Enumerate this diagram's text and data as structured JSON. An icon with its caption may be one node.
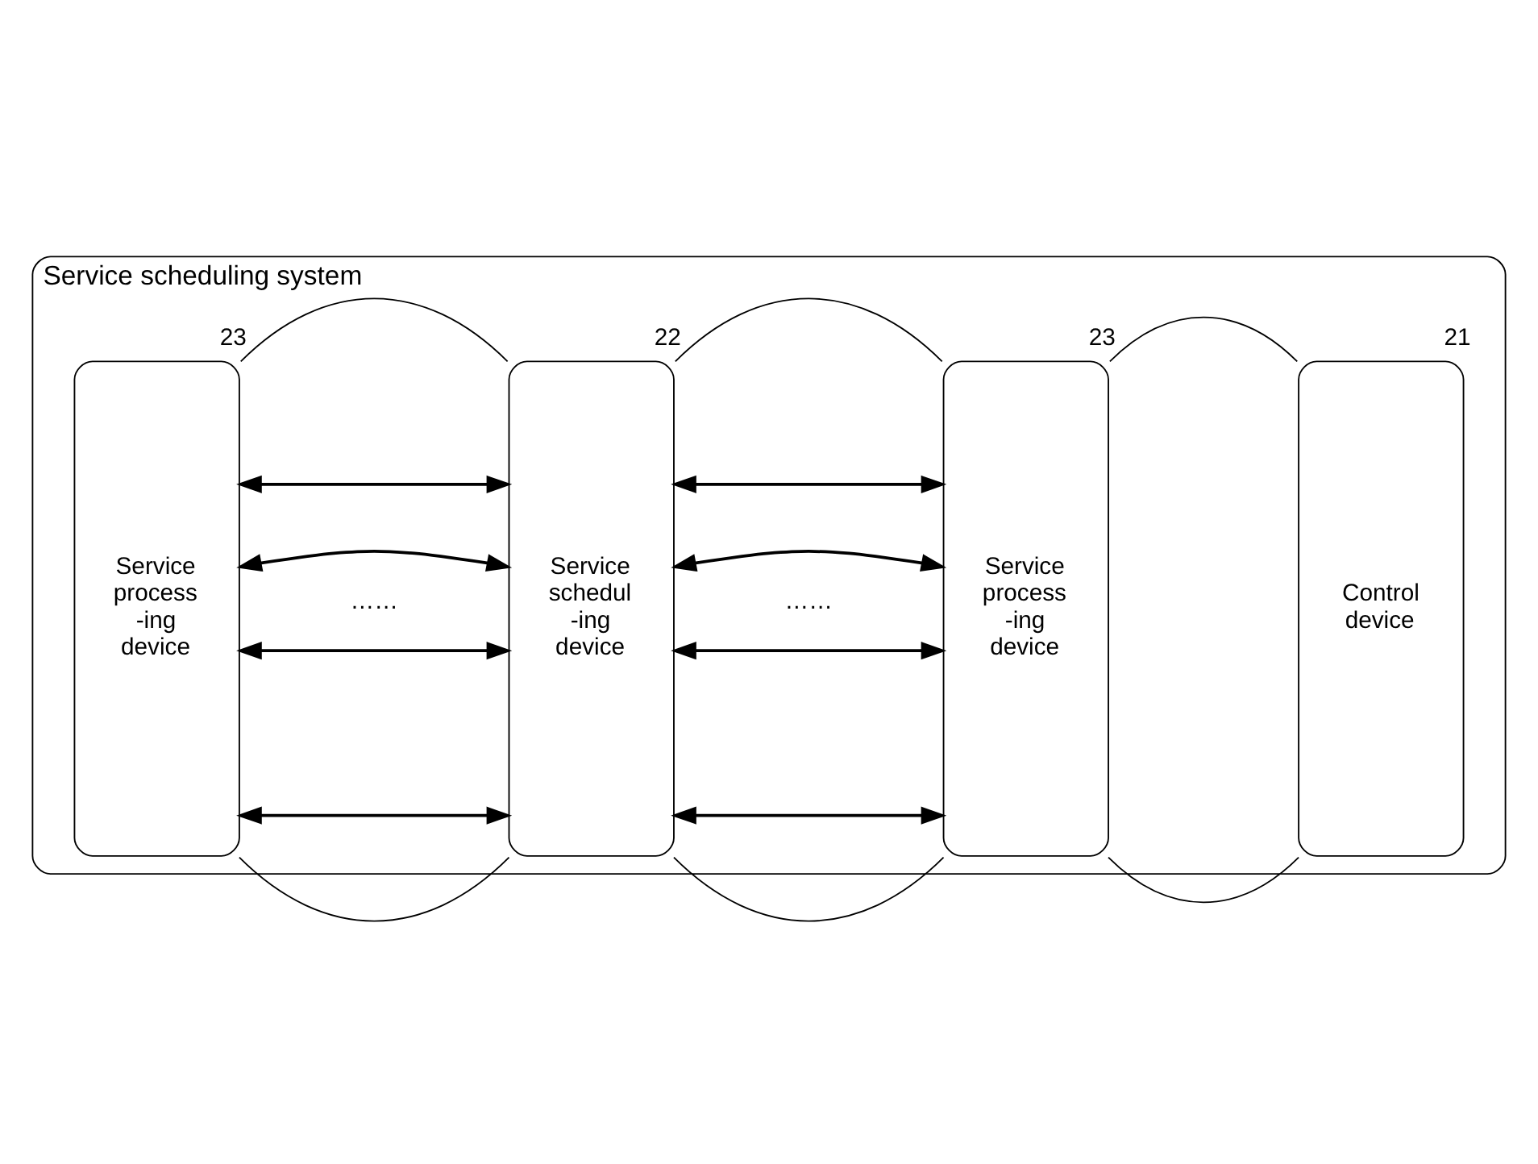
{
  "diagram": {
    "nodes": [
      {
        "text": [
          "Service scheduling system"
        ]
      },
      {
        "text": [
          "Service process -ing device"
        ],
        "in": 0,
        "beside": [
          "23"
        ]
      },
      {
        "text": [
          "Service schedul -ing device"
        ],
        "in": 0,
        "beside": [
          "22"
        ]
      },
      {
        "text": [
          "Service process -ing device"
        ],
        "in": 0,
        "beside": [
          "23"
        ]
      },
      {
        "text": [
          "Control device"
        ],
        "in": 0,
        "beside": [
          "21"
        ]
      }
    ],
    "edges": [
      {
        "from": 1,
        "to": 2,
        "arrow": "none"
      },
      {
        "from": 2,
        "to": 3,
        "arrow": "none"
      },
      {
        "from": 3,
        "to": 4,
        "arrow": "none"
      },
      {
        "from": 1,
        "to": 2,
        "arrow": "both"
      },
      {
        "from": 1,
        "to": 2,
        "arrow": "both"
      },
      {
        "from": 1,
        "to": 2,
        "arrow": "both"
      },
      {
        "from": 2,
        "to": 3,
        "arrow": "both"
      },
      {
        "from": 2,
        "to": 3,
        "arrow": "both"
      },
      {
        "from": 2,
        "to": 3,
        "arrow": "both"
      },
      {
        "from": 1,
        "to": 2,
        "arrow": "both"
      },
      {
        "from": 2,
        "to": 3,
        "arrow": "both"
      },
      {
        "from": 1,
        "to": 2,
        "arrow": "none"
      },
      {
        "from": 2,
        "to": 3,
        "arrow": "none"
      },
      {
        "from": 3,
        "to": 4,
        "arrow": "none"
      }
    ],
    "labels": [
      "……",
      "……"
    ]
  }
}
